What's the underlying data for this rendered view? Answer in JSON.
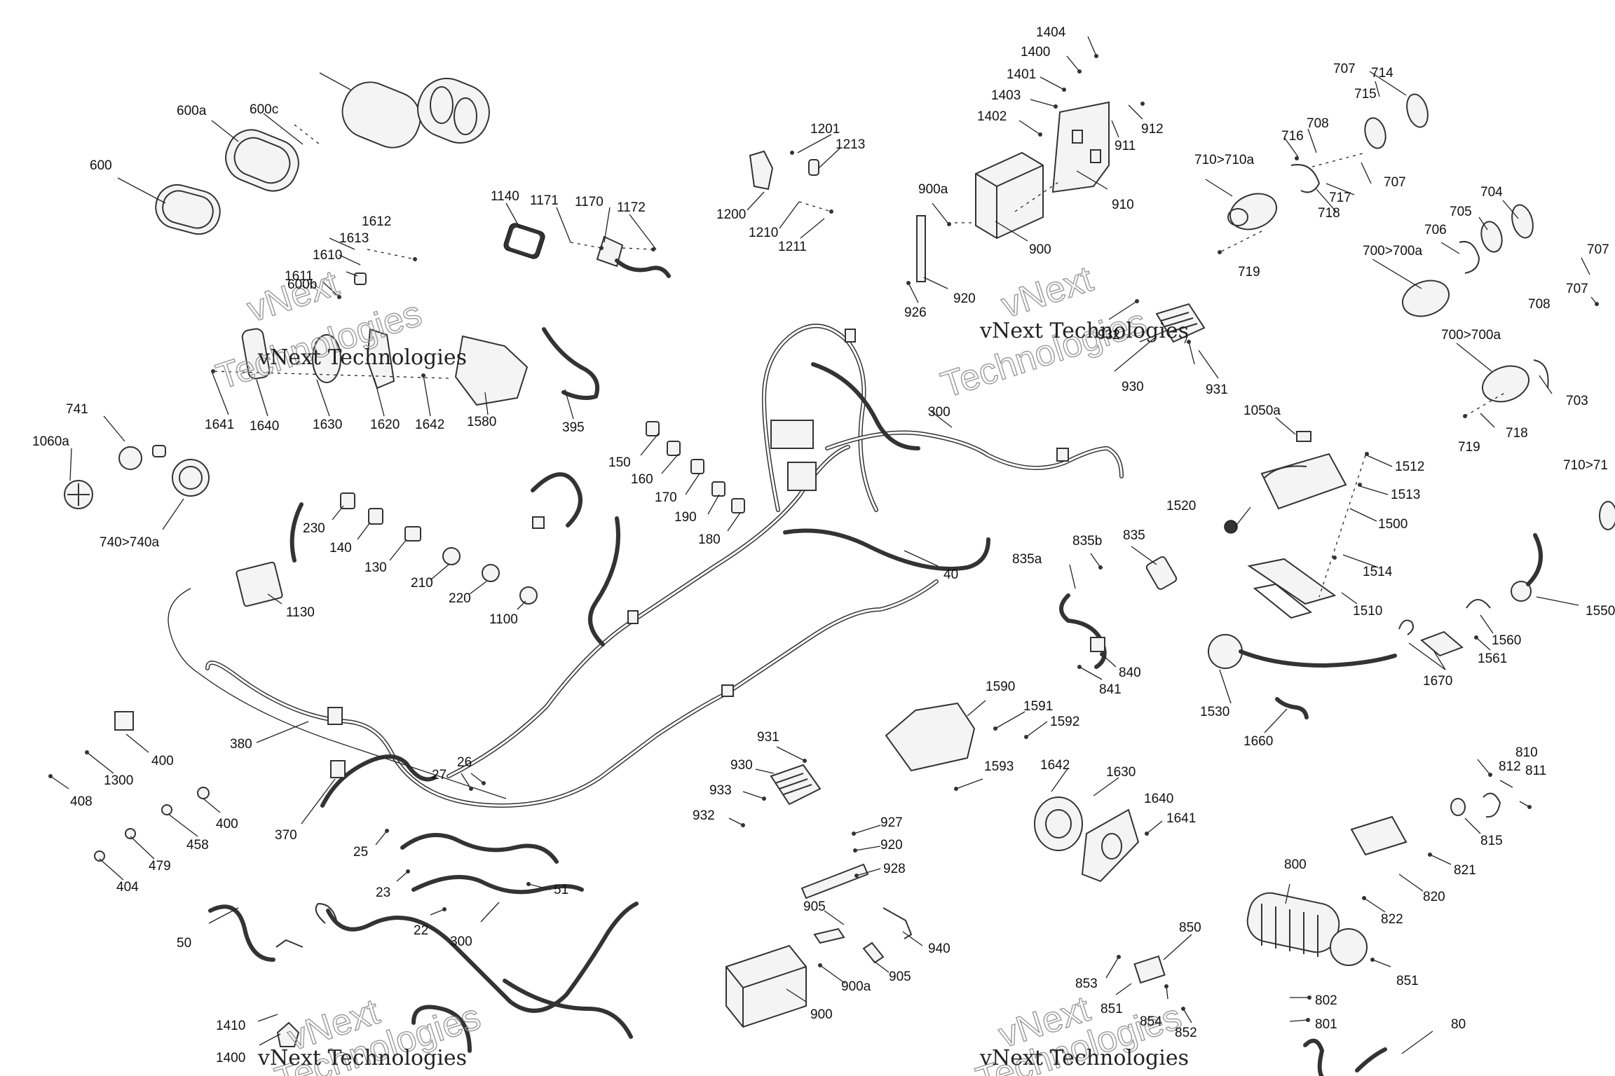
{
  "watermarks": [
    {
      "text": "vNext Technologies",
      "style": "serif"
    },
    {
      "text": "vNext",
      "style": "outline"
    },
    {
      "text": "Technologies",
      "style": "outline"
    }
  ],
  "labels": [
    "600",
    "600a",
    "600b",
    "600c",
    "1140",
    "1171",
    "1170",
    "1172",
    "1201",
    "1213",
    "1200",
    "1210",
    "1211",
    "1404",
    "1400",
    "1401",
    "1403",
    "1402",
    "912",
    "911",
    "910",
    "900a",
    "900",
    "920",
    "926",
    "707",
    "714",
    "715",
    "708",
    "716",
    "710>710a",
    "717",
    "718",
    "719",
    "707",
    "704",
    "705",
    "706",
    "700>700a",
    "707",
    "708",
    "700>700a",
    "703",
    "718",
    "719",
    "707",
    "710>71",
    "1612",
    "1613",
    "1610",
    "1611",
    "1641",
    "1640",
    "1630",
    "1620",
    "1642",
    "1580",
    "395",
    "741",
    "1060a",
    "740>740a",
    "932",
    "930",
    "931",
    "300",
    "150",
    "160",
    "170",
    "190",
    "180",
    "230",
    "140",
    "130",
    "210",
    "220",
    "1100",
    "1130",
    "40",
    "835b",
    "835",
    "835a",
    "840",
    "841",
    "1050a",
    "1512",
    "1513",
    "1520",
    "1500",
    "1514",
    "1510",
    "1550",
    "1560",
    "1561",
    "1670",
    "1530",
    "1660",
    "380",
    "400",
    "1300",
    "408",
    "400",
    "458",
    "479",
    "404",
    "370",
    "27",
    "26",
    "25",
    "23",
    "22",
    "51",
    "300",
    "50",
    "1410",
    "1400",
    "931",
    "930",
    "933",
    "932",
    "1590",
    "1591",
    "1592",
    "1593",
    "927",
    "920",
    "928",
    "905",
    "940",
    "905",
    "900a",
    "900",
    "1642",
    "1630",
    "1640",
    "1641",
    "850",
    "853",
    "851",
    "854",
    "852",
    "812",
    "810",
    "811",
    "815",
    "800",
    "821",
    "820",
    "822",
    "851",
    "802",
    "801",
    "80"
  ]
}
